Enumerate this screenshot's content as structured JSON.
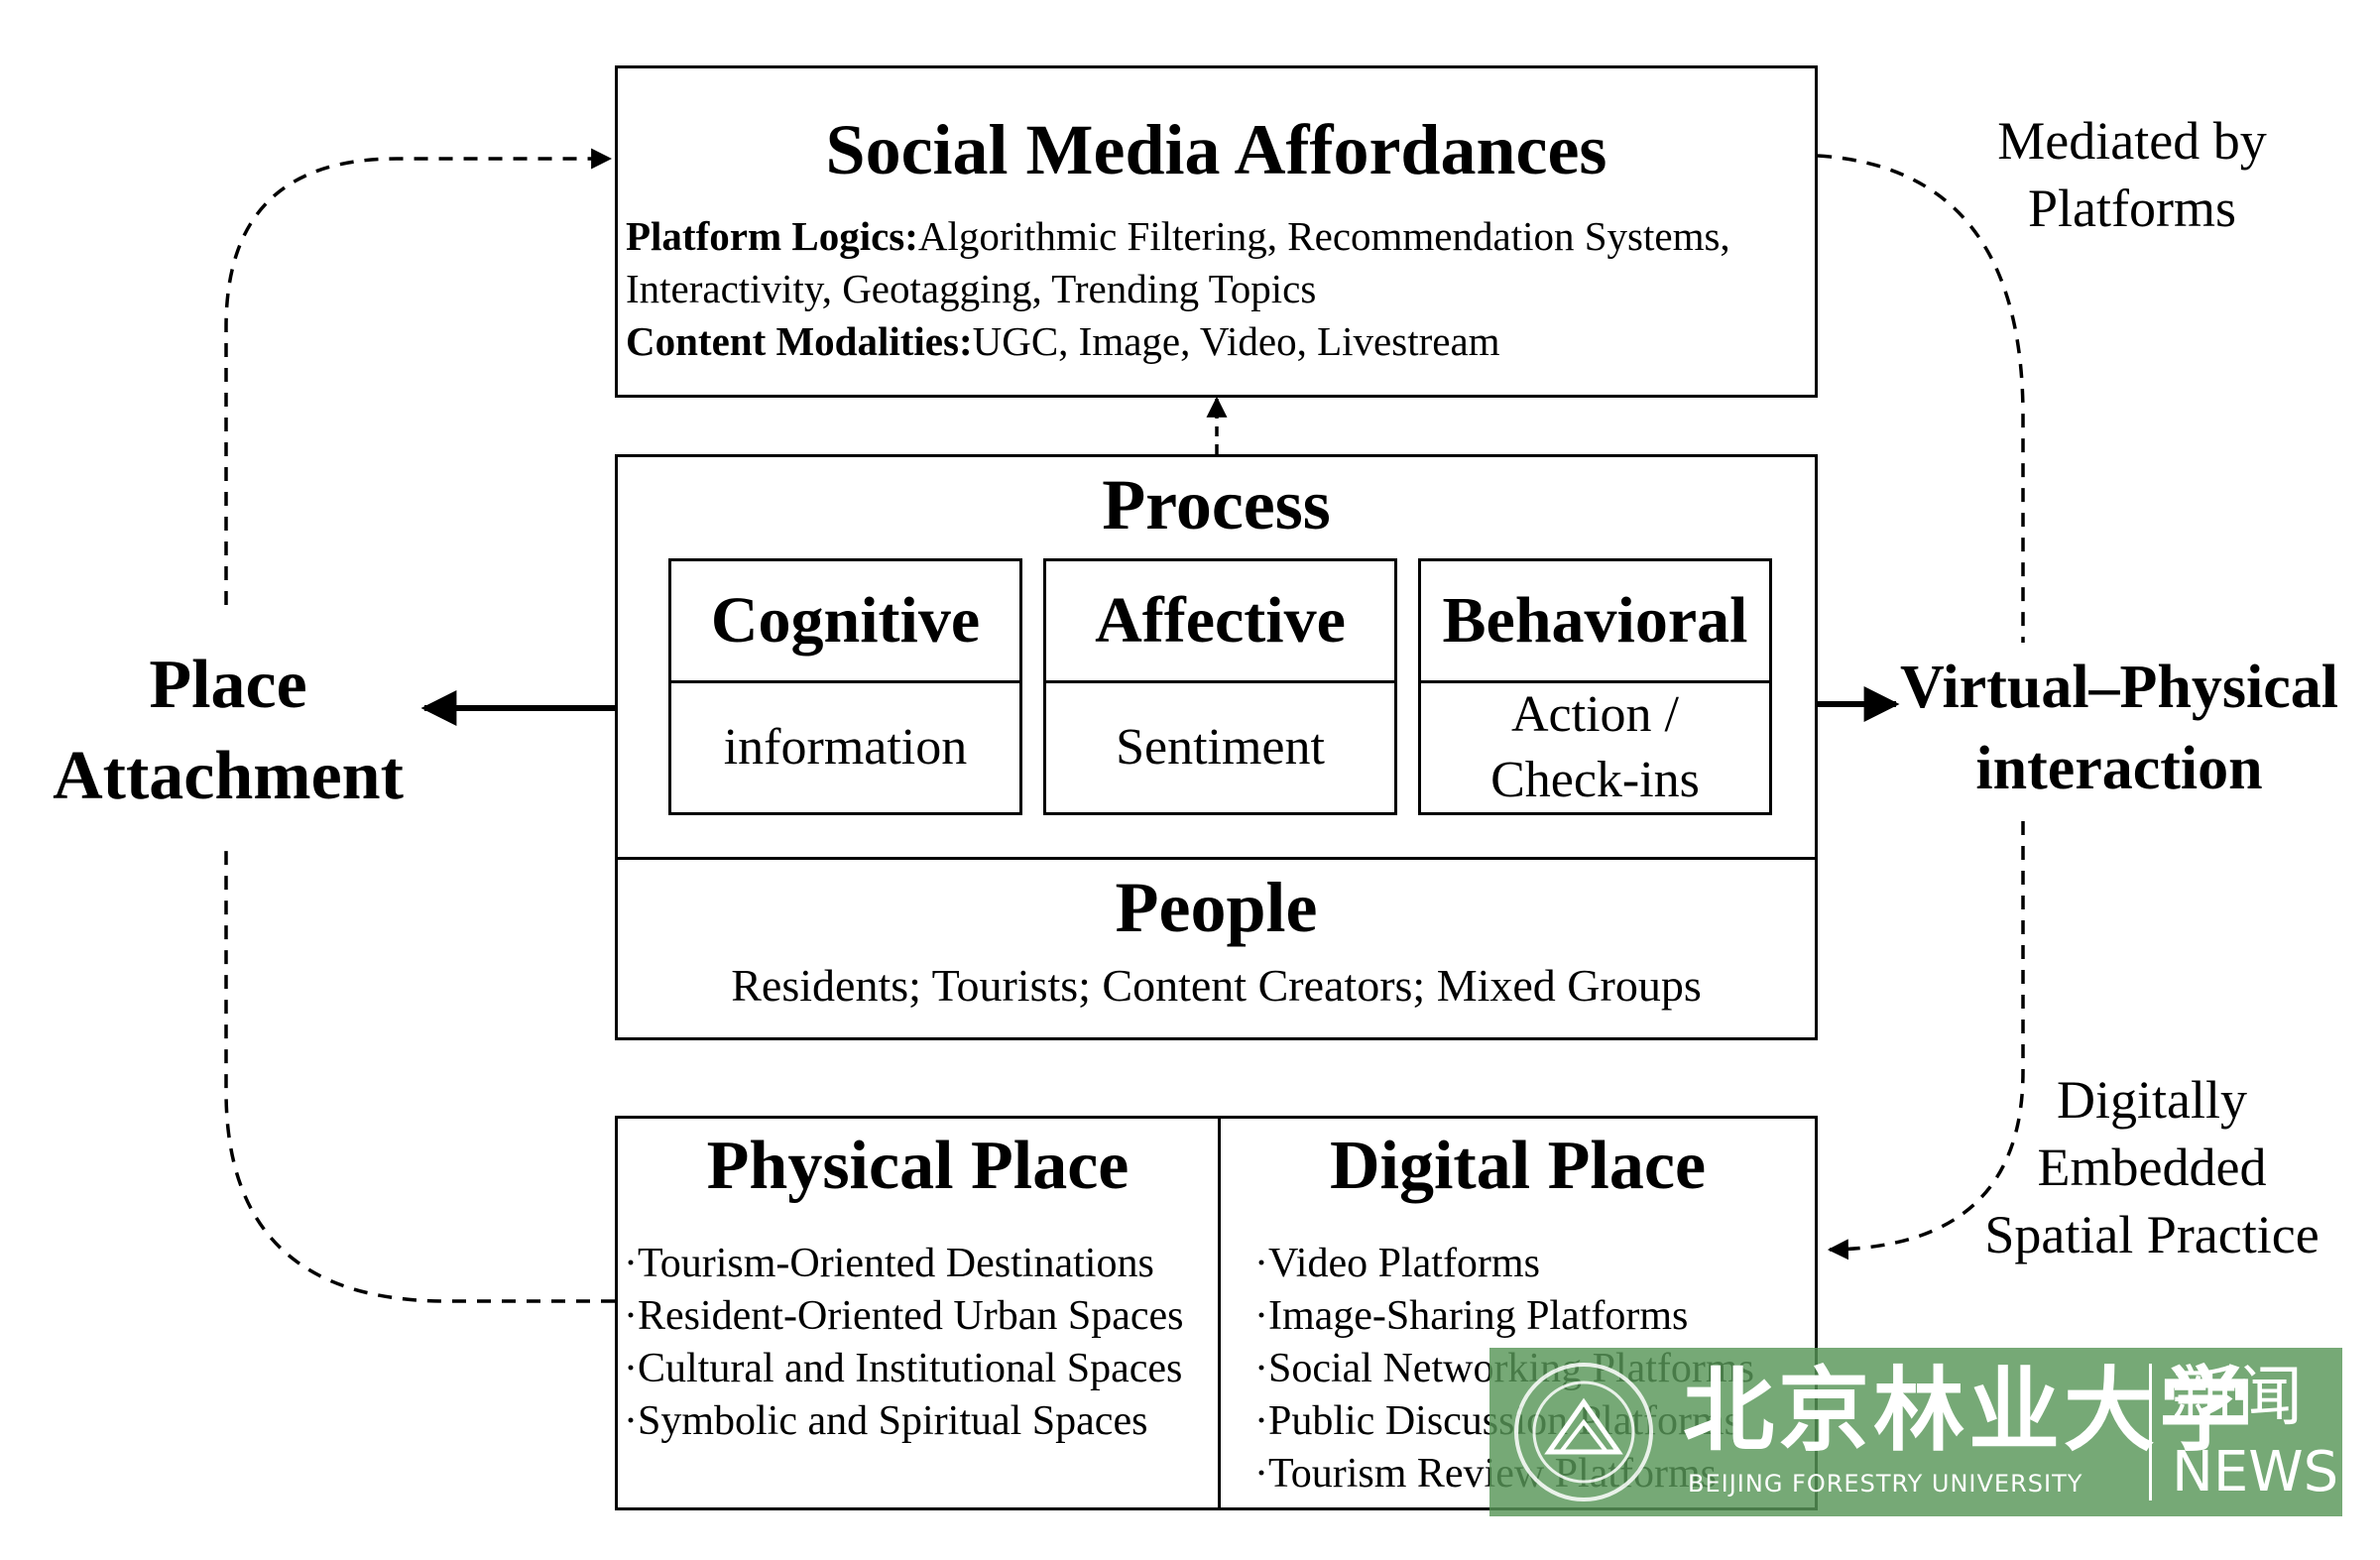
{
  "social_media": {
    "title": "Social Media Affordances",
    "platform_logics_label": "Platform Logics:",
    "platform_logics_text1": "Algorithmic Filtering, Recommendation Systems,",
    "platform_logics_text2": "Interactivity, Geotagging, Trending Topics",
    "content_modalities_label": "Content Modalities:",
    "content_modalities_text": "UGC, Image, Video, Livestream"
  },
  "process": {
    "title": "Process",
    "cells": [
      {
        "head": "Cognitive",
        "body": [
          "information"
        ]
      },
      {
        "head": "Affective",
        "body": [
          "Sentiment"
        ]
      },
      {
        "head": "Behavioral",
        "body": [
          "Action /",
          "Check-ins"
        ]
      }
    ]
  },
  "people": {
    "title": "People",
    "groups": "Residents; Tourists; Content Creators; Mixed Groups"
  },
  "physical_place": {
    "title": "Physical Place",
    "items": [
      "·Tourism-Oriented Destinations",
      "·Resident-Oriented Urban Spaces",
      "·Cultural and Institutional Spaces",
      "·Symbolic and Spiritual Spaces"
    ]
  },
  "digital_place": {
    "title": "Digital Place",
    "items": [
      "·Video Platforms",
      "·Image-Sharing Platforms",
      "·Social Networking Platforms",
      "·Public Discussion Platforms",
      "·Tourism Review Platforms"
    ]
  },
  "left_label": {
    "line1": "Place",
    "line2": "Attachment"
  },
  "right_label": {
    "line1": "Virtual–Physical",
    "line2": "interaction"
  },
  "mediated": {
    "line1": "Mediated by",
    "line2": "Platforms"
  },
  "digitally": {
    "line1": "Digitally",
    "line2": "Embedded",
    "line3": "Spatial Practice"
  },
  "watermark": {
    "chinese_name": "北京林业大学",
    "english_name": "BEIJING FORESTRY UNIVERSITY",
    "news_cn": "新闻",
    "news_en": "NEWS",
    "seal_icon": "university-seal-icon",
    "colors": {
      "background": "#5a965a",
      "text": "#ffffff"
    }
  }
}
